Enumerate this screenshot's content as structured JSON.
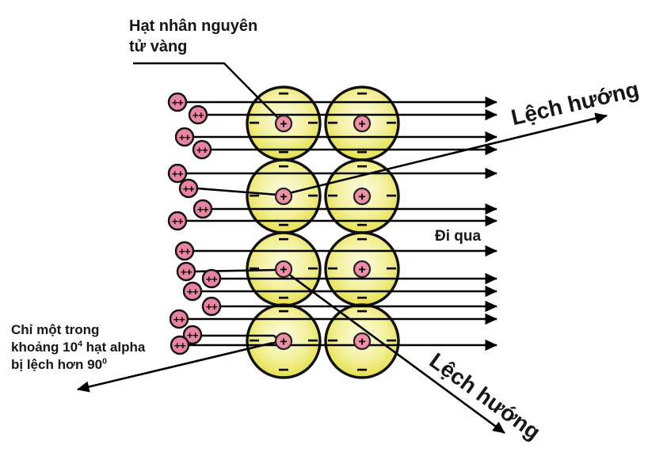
{
  "colors": {
    "background": "#ffffff",
    "line": "#000000",
    "text": "#161616",
    "atom_center": "#fcfbe2",
    "atom_mid": "#f3f09c",
    "atom_edge": "#e2dc39",
    "atom_outline": "#101010",
    "nucleus_fill": "#ee8fa8",
    "particle_fill": "#e884a2"
  },
  "symbols": {
    "nucleus_charge": "+",
    "alpha_charge": "++",
    "electron": "−"
  },
  "labels": {
    "nucleus_pointer": {
      "line1": "Hạt nhân nguyên",
      "line2": "tử vàng"
    },
    "deflected_top": "Lệch hướng",
    "deflected_bottom": "Lệch hướng",
    "pass_through": "Đi qua",
    "rare_note": {
      "line1": "Chỉ một trong",
      "line2_pre": "khoảng 10",
      "line2_sup": "4",
      "line2_post": " hạt alpha",
      "line3_pre": "bị lệch hơn 90",
      "line3_sup": "0"
    }
  }
}
